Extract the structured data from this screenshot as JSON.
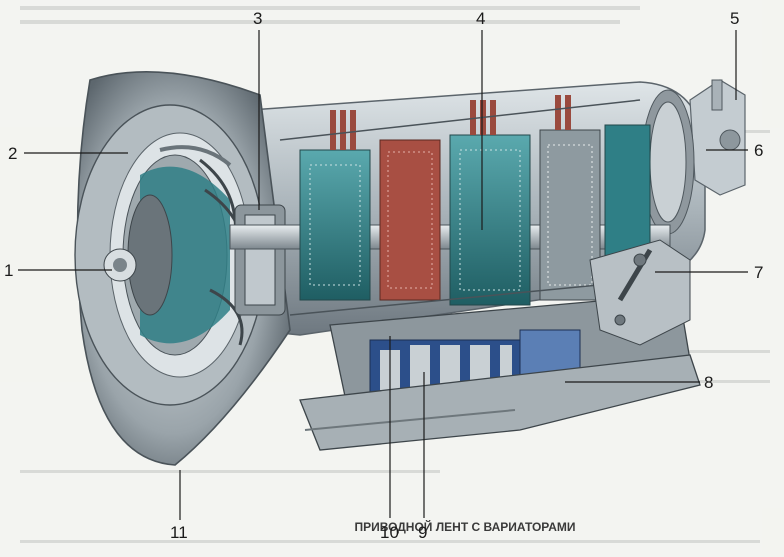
{
  "figure": {
    "caption_fragment": "ПРИВОДНОЙ ЛЕНТ С ВАРИАТОРАМИ"
  },
  "callouts": [
    {
      "id": "1",
      "label": "1"
    },
    {
      "id": "2",
      "label": "2"
    },
    {
      "id": "3",
      "label": "3"
    },
    {
      "id": "4",
      "label": "4"
    },
    {
      "id": "5",
      "label": "5"
    },
    {
      "id": "6",
      "label": "6"
    },
    {
      "id": "7",
      "label": "7"
    },
    {
      "id": "8",
      "label": "8"
    },
    {
      "id": "9",
      "label": "9"
    },
    {
      "id": "10",
      "label": "10"
    },
    {
      "id": "11",
      "label": "11"
    }
  ],
  "colors": {
    "housing": "#b9c2c7",
    "housing_dark": "#6f7a82",
    "gear_teal": "#2f7f86",
    "gear_red": "#9a4a3e",
    "valve_blue": "#2c4f8a",
    "background": "#f3f4f1"
  }
}
